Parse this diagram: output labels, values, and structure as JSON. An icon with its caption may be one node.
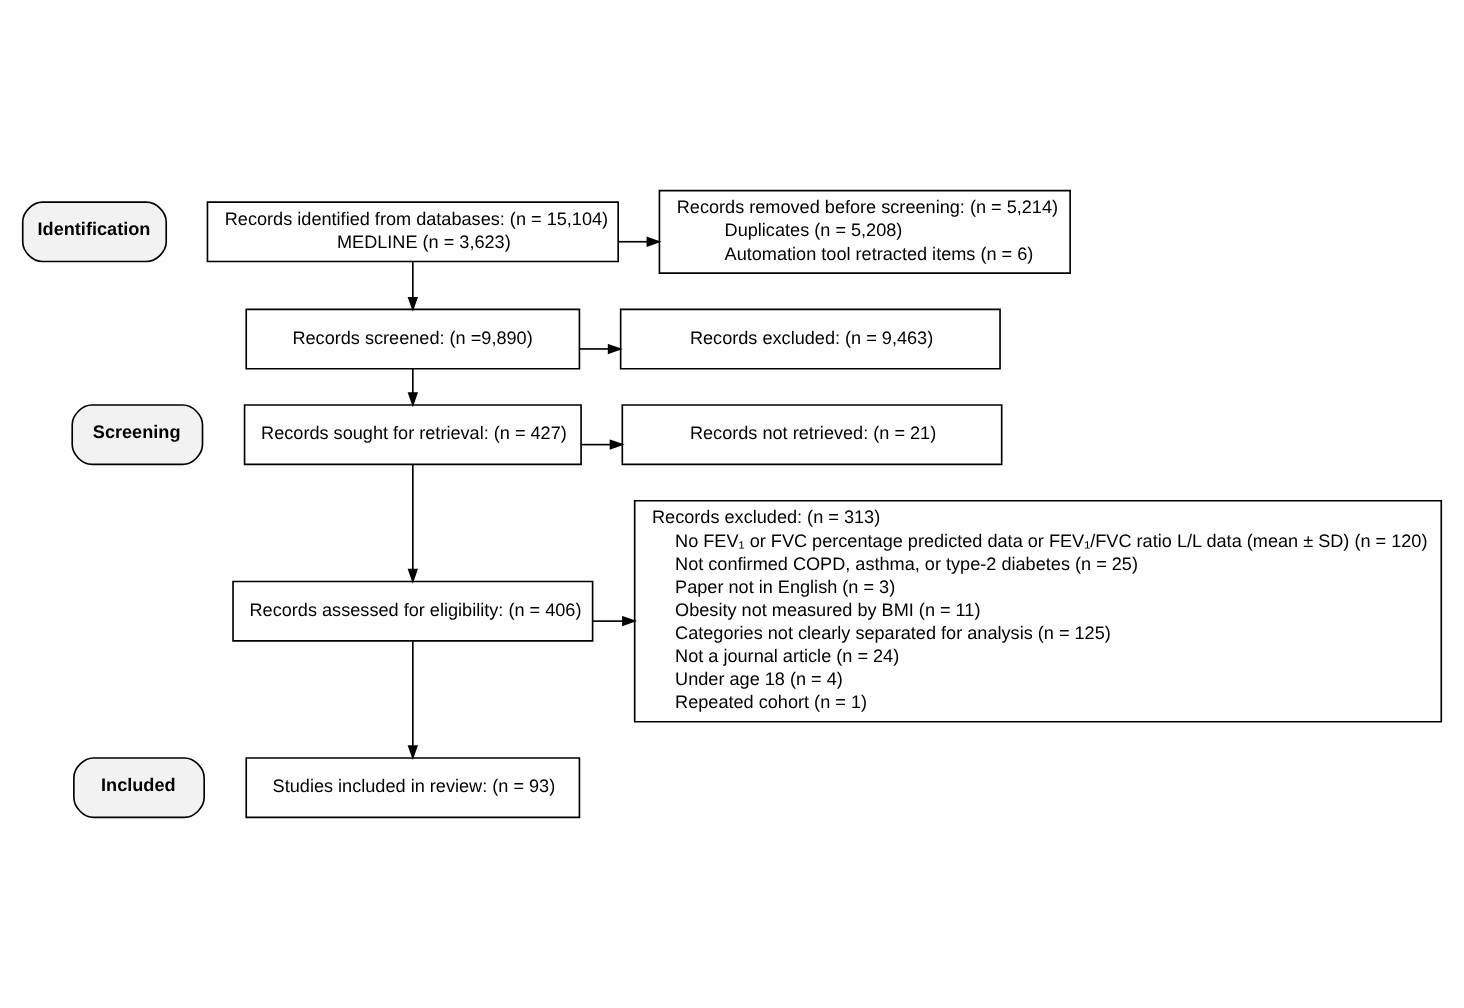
{
  "diagram": {
    "nodes": [
      {
        "text": [
          "Identification"
        ]
      },
      {
        "text": [
          "Records identified from databases: (n = 15,104)",
          "MEDLINE (n = 3,623)"
        ]
      },
      {
        "text": [
          "Records removed before screening: (n = 5,214)",
          "Duplicates (n = 5,208)",
          "Automation tool retracted items (n = 6)"
        ]
      },
      {
        "text": [
          "Screening"
        ]
      },
      {
        "text": [
          "Records screened: (n =9,890)"
        ]
      },
      {
        "text": [
          "Records excluded: (n = 9,463)"
        ]
      },
      {
        "text": [
          "Records sought for retrieval: (n = 427)"
        ]
      },
      {
        "text": [
          "Records not retrieved: (n = 21)"
        ]
      },
      {
        "text": [
          "Records assessed for eligibility: (n = 406)"
        ]
      },
      {
        "text": [
          "Records excluded: (n = 313)",
          "No FEV₁ or FVC percentage predicted data or FEV₁/FVC ratio L/L data (mean ± SD) (n = 120)",
          "Not confirmed COPD, asthma, or type-2 diabetes (n = 25)",
          "Paper not in English (n = 3)",
          "Obesity not measured by BMI (n = 11)",
          "Categories not clearly separated for analysis (n = 125)",
          "Not a journal article (n = 24)",
          "Under age 18 (n = 4)",
          "Repeated cohort (n = 1)"
        ]
      },
      {
        "text": [
          "Included"
        ]
      },
      {
        "text": [
          "Studies included in review: (n = 93)"
        ]
      }
    ],
    "edges": [
      {
        "from": 1,
        "to": 2,
        "arrow": "to"
      },
      {
        "from": 1,
        "to": 4,
        "arrow": "to"
      },
      {
        "from": 4,
        "to": 5,
        "arrow": "to"
      },
      {
        "from": 4,
        "to": 6,
        "arrow": "to"
      },
      {
        "from": 6,
        "to": 7,
        "arrow": "to"
      },
      {
        "from": 6,
        "to": 8,
        "arrow": "to"
      },
      {
        "from": 8,
        "to": 9,
        "arrow": "to"
      },
      {
        "from": 8,
        "to": 11,
        "arrow": "to"
      }
    ]
  }
}
